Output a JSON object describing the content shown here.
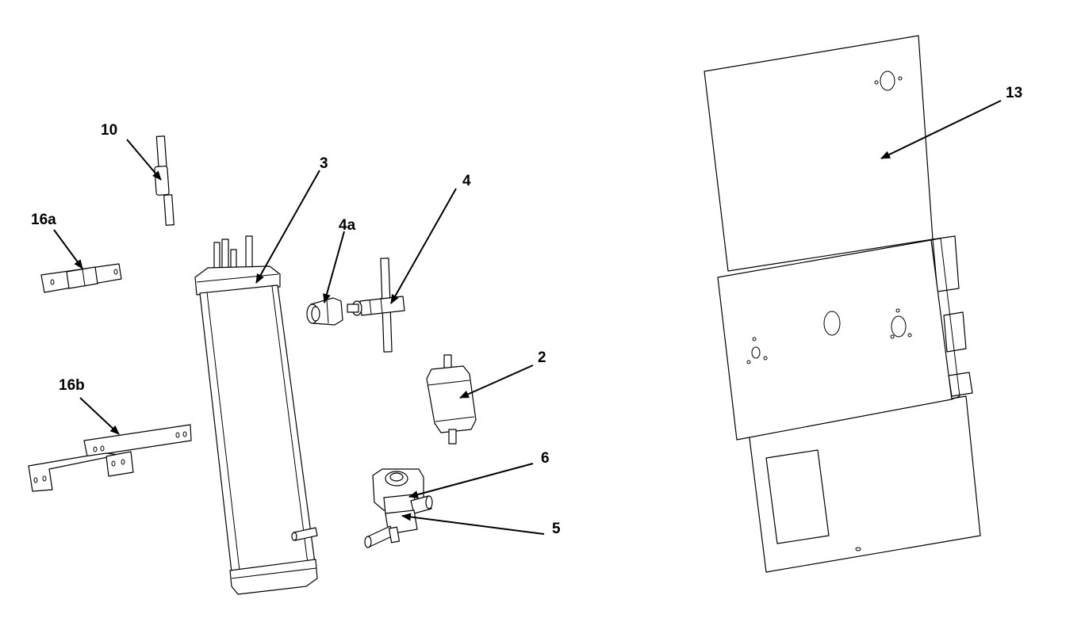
{
  "diagram": {
    "callouts": [
      {
        "id": "10",
        "text": "10"
      },
      {
        "id": "3",
        "text": "3"
      },
      {
        "id": "4",
        "text": "4"
      },
      {
        "id": "4a",
        "text": "4a"
      },
      {
        "id": "16a",
        "text": "16a"
      },
      {
        "id": "2",
        "text": "2"
      },
      {
        "id": "16b",
        "text": "16b"
      },
      {
        "id": "6",
        "text": "6"
      },
      {
        "id": "5",
        "text": "5"
      },
      {
        "id": "13",
        "text": "13"
      }
    ]
  }
}
